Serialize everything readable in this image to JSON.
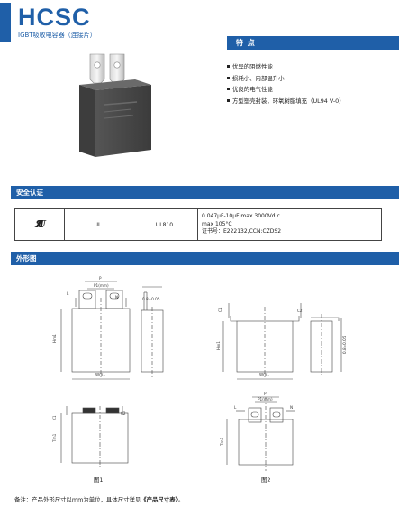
{
  "header": {
    "title": "HCSC",
    "subtitle": "IGBT吸收电容器（连接片）"
  },
  "features": {
    "title": "特 点",
    "items": [
      "优异的阻燃性能",
      "损耗小、内部温升小",
      "优良的电气性能",
      "方型塑壳封装，环氧树脂填充（UL94 V-0）"
    ]
  },
  "certification": {
    "title": "安全认证",
    "row": {
      "mark": "UL",
      "standard_name": "UL",
      "standard": "UL810",
      "spec_lines": [
        "0.047μF-10μF,max 3000Vd.c.",
        "max 105°C",
        "证书号：E222132,CCN:CZDS2"
      ]
    }
  },
  "dimensions": {
    "title": "外形图",
    "labels": {
      "p": "P",
      "p1": "P1(mm)",
      "l": "L",
      "n": "N",
      "thickness": "0.8±0.05",
      "hmax": "Hm1",
      "wmax": "Wm1",
      "c1": "C1",
      "c2": "C2",
      "tmax": "Tm1"
    },
    "figure1": "图1",
    "figure2": "图2"
  },
  "note": {
    "prefix": "备注：产品外形尺寸以mm为单位，具体尺寸详见",
    "emphasis": "《产品尺寸表》",
    "suffix": "。"
  },
  "colors": {
    "brand": "#1f5fa8",
    "capacitor_body": "#4a4a4a"
  }
}
